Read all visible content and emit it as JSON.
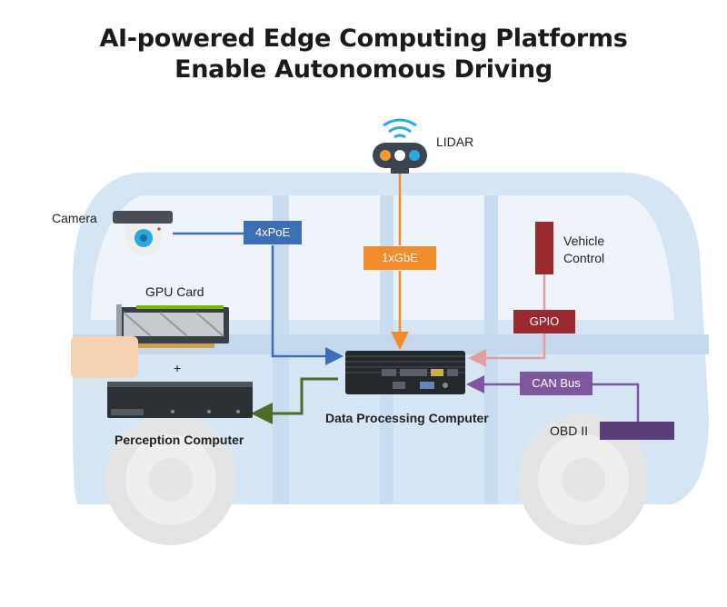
{
  "title": {
    "line1": "AI-powered Edge Computing Platforms",
    "line2": "Enable Autonomous Driving"
  },
  "nodes": {
    "lidar": "LIDAR",
    "camera": "Camera",
    "gpu_card": "GPU Card",
    "plus": "+",
    "perception_computer": "Perception Computer",
    "data_processing_computer": "Data Processing Computer",
    "vehicle_control_line1": "Vehicle",
    "vehicle_control_line2": "Control",
    "obd": "OBD II"
  },
  "connectors": {
    "poe": "4xPoE",
    "gbe": "1xGbE",
    "gpio": "GPIO",
    "can": "CAN Bus"
  },
  "colors": {
    "poe": "#3c6fb5",
    "gbe": "#f28b2b",
    "gpio": "#9b2a2e",
    "can": "#7e579f",
    "perception_link": "#4f6a2a",
    "vehicle_body": "#cfe0f1",
    "wheel": "#e3e3e3"
  }
}
